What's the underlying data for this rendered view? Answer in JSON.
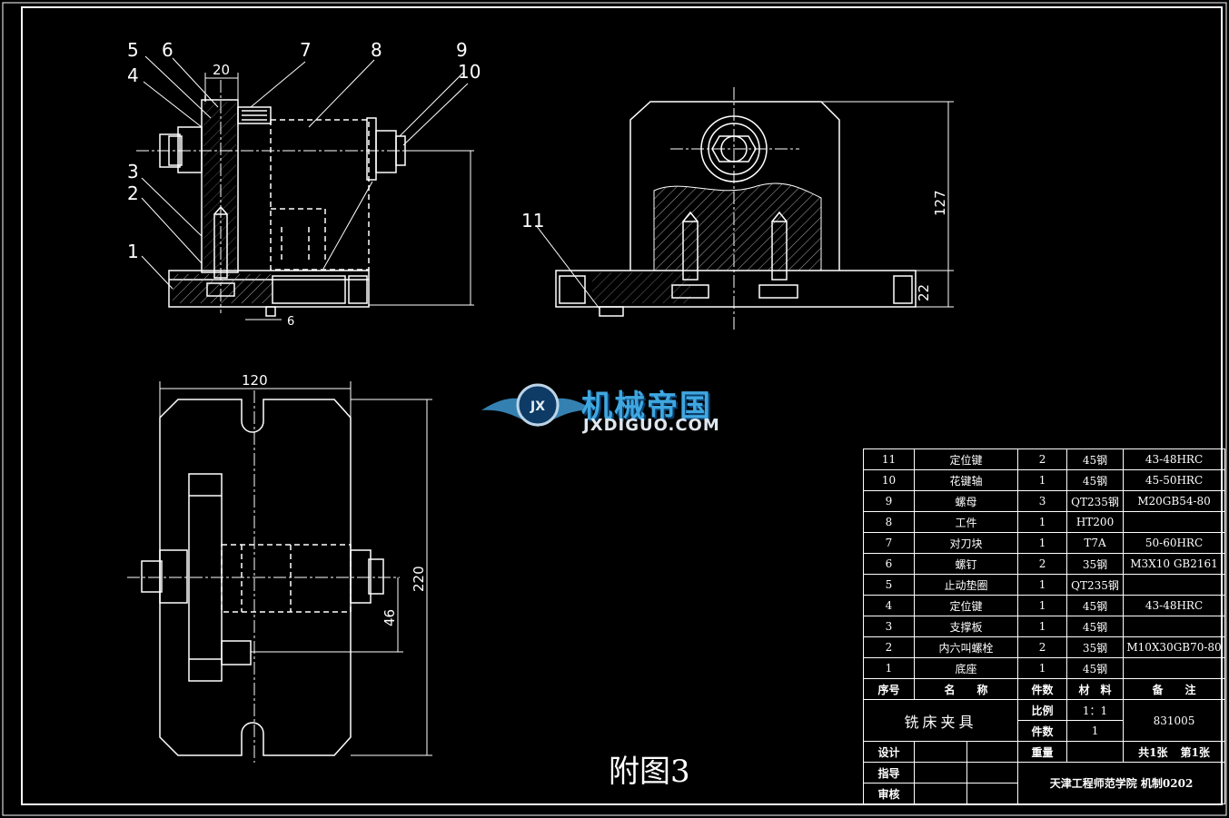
{
  "figure_label": "附图3",
  "watermark": {
    "brand_cn": "机械帝国",
    "brand_en": "JXDIGUO.COM",
    "badge": "JX"
  },
  "callouts": [
    "1",
    "2",
    "3",
    "4",
    "5",
    "6",
    "7",
    "8",
    "9",
    "10",
    "11"
  ],
  "dimensions": {
    "d20": "20",
    "d120": "120",
    "d220": "220",
    "d127": "127",
    "d22": "22",
    "d46": "46",
    "d6": "6"
  },
  "parts": [
    {
      "no": "11",
      "name": "定位键",
      "qty": "2",
      "material": "45钢",
      "note": "43-48HRC"
    },
    {
      "no": "10",
      "name": "花键轴",
      "qty": "1",
      "material": "45钢",
      "note": "45-50HRC"
    },
    {
      "no": "9",
      "name": "螺母",
      "qty": "3",
      "material": "QT235钢",
      "note": "M20GB54-80"
    },
    {
      "no": "8",
      "name": "工件",
      "qty": "1",
      "material": "HT200",
      "note": ""
    },
    {
      "no": "7",
      "name": "对刀块",
      "qty": "1",
      "material": "T7A",
      "note": "50-60HRC"
    },
    {
      "no": "6",
      "name": "螺钉",
      "qty": "2",
      "material": "35钢",
      "note": "M3X10 GB2161"
    },
    {
      "no": "5",
      "name": "止动垫圈",
      "qty": "1",
      "material": "QT235钢",
      "note": ""
    },
    {
      "no": "4",
      "name": "定位键",
      "qty": "1",
      "material": "45钢",
      "note": "43-48HRC"
    },
    {
      "no": "3",
      "name": "支撑板",
      "qty": "1",
      "material": "45钢",
      "note": ""
    },
    {
      "no": "2",
      "name": "内六叫螺栓",
      "qty": "2",
      "material": "35钢",
      "note": "M10X30GB70-80"
    },
    {
      "no": "1",
      "name": "底座",
      "qty": "1",
      "material": "45钢",
      "note": ""
    }
  ],
  "header": {
    "no": "序号",
    "name": "名　　称",
    "qty": "件数",
    "material": "材　料",
    "note": "备　　注"
  },
  "title_block": {
    "title": "铣床夹具",
    "scale_label": "比例",
    "scale_value": "1：1",
    "count_label": "件数",
    "count_value": "1",
    "drawing_no": "831005",
    "weight_label": "重量",
    "sheets_total": "共1张",
    "sheet_no": "第1张",
    "design_label": "设计",
    "guide_label": "指导",
    "review_label": "审核",
    "institution": "天津工程师范学院 机制0202"
  }
}
